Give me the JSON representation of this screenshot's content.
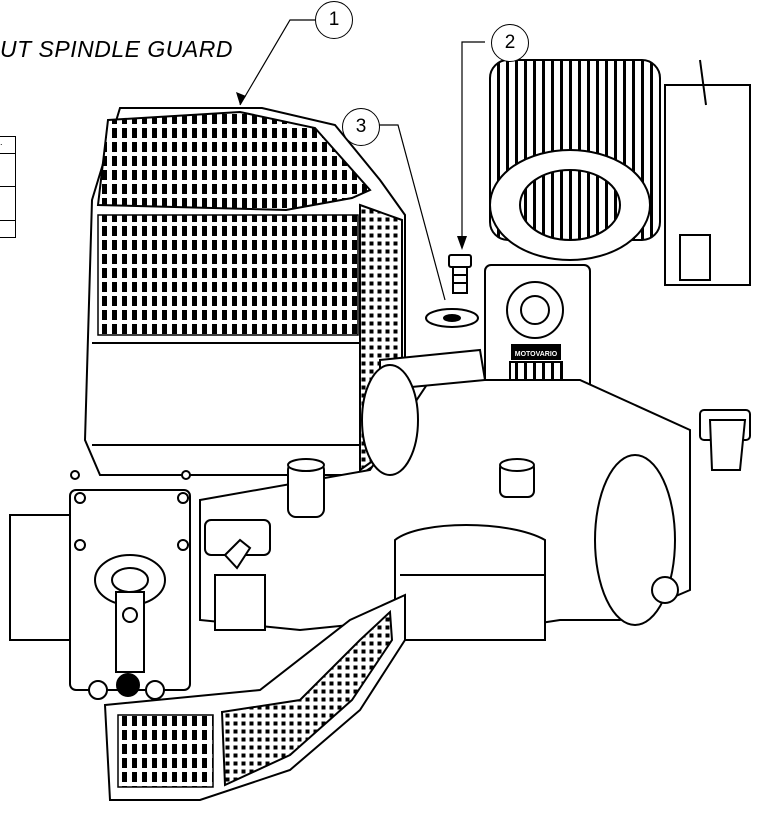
{
  "title": "UT SPINDLE GUARD",
  "table": {
    "row1_text": "."
  },
  "callouts": [
    {
      "number": "1",
      "part": "spindle-guard"
    },
    {
      "number": "2",
      "part": "bolt"
    },
    {
      "number": "3",
      "part": "washer"
    }
  ],
  "decal_text": "MOTOVARIO"
}
